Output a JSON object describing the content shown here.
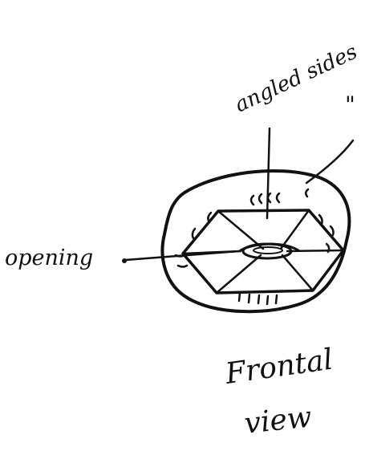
{
  "labels": {
    "angled_sides": "angled sides",
    "ditto_mark": "\"",
    "opening": "opening",
    "caption_line1": "Frontal",
    "caption_line2": "view"
  },
  "colors": {
    "ink": "#111111",
    "paper": "#ffffff"
  }
}
